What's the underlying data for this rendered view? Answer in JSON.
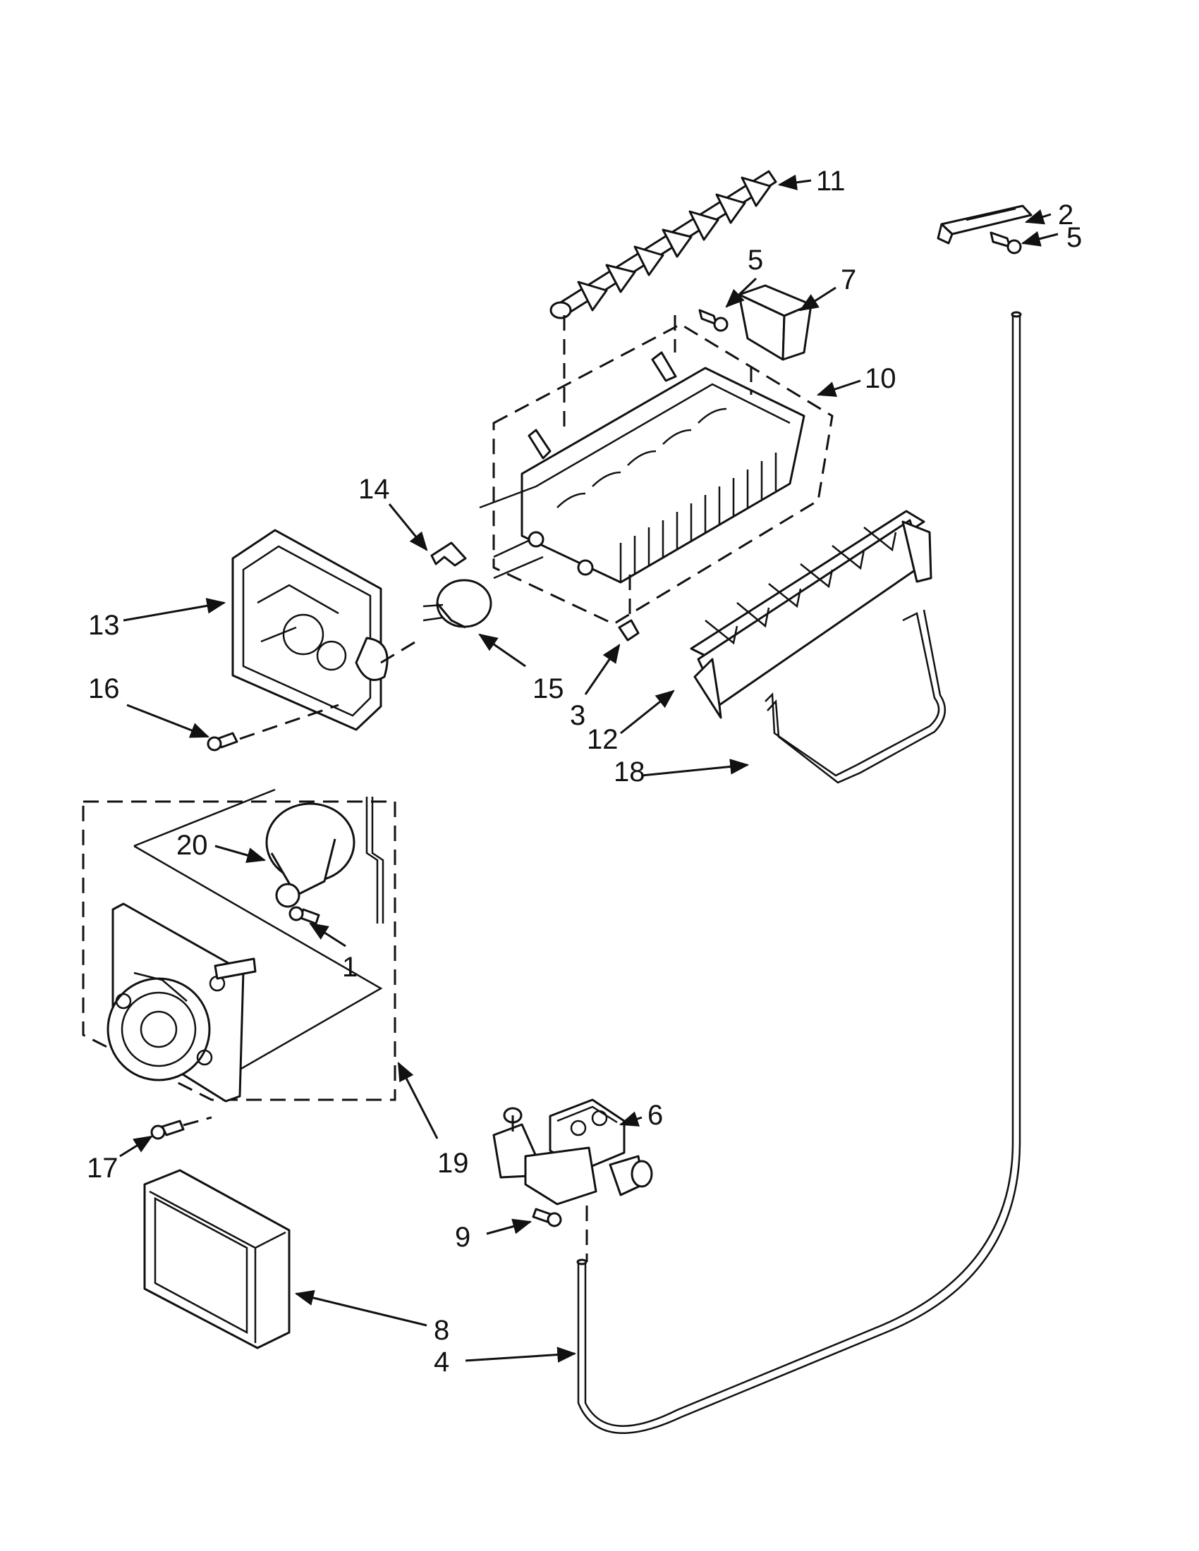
{
  "callouts": {
    "c1": "1",
    "c2": "2",
    "c3": "3",
    "c4": "4",
    "c5a": "5",
    "c5b": "5",
    "c6": "6",
    "c7": "7",
    "c8": "8",
    "c9": "9",
    "c10": "10",
    "c11": "11",
    "c12": "12",
    "c13": "13",
    "c14": "14",
    "c15": "15",
    "c16": "16",
    "c17": "17",
    "c18": "18",
    "c19": "19",
    "c20": "20"
  }
}
